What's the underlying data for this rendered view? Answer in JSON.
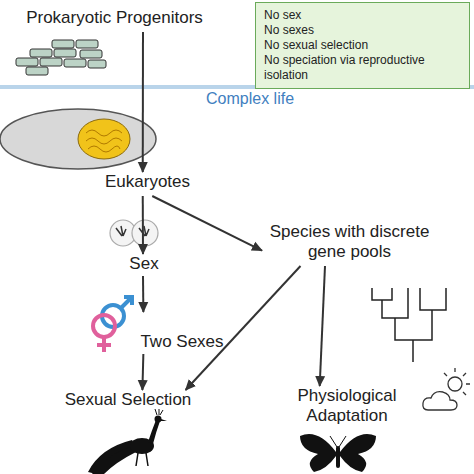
{
  "diagram": {
    "nodes": [
      {
        "text": [
          "Prokaryotic Progenitors"
        ]
      },
      {
        "text": [
          "No sex",
          "No sexes",
          "No sexual selection",
          "No speciation via reproductive isolation"
        ]
      },
      {
        "text": [
          "Eukaryotes"
        ]
      },
      {
        "text": [
          "Sex"
        ]
      },
      {
        "text": [
          "Species with discrete gene pools"
        ]
      },
      {
        "text": [
          "Two Sexes"
        ]
      },
      {
        "text": [
          "Sexual Selection"
        ]
      },
      {
        "text": [
          "Physiological Adaptation"
        ]
      }
    ],
    "edges": [
      {
        "from": 0,
        "to": 2,
        "arrow": "to"
      },
      {
        "from": 2,
        "to": 3,
        "arrow": "to"
      },
      {
        "from": 2,
        "to": 4,
        "arrow": "to"
      },
      {
        "from": 3,
        "to": 5,
        "arrow": "to"
      },
      {
        "from": 5,
        "to": 6,
        "arrow": "to"
      },
      {
        "from": 4,
        "to": 6,
        "arrow": "to"
      },
      {
        "from": 4,
        "to": 7,
        "arrow": "to"
      }
    ],
    "labels": [
      "Complex life"
    ]
  }
}
